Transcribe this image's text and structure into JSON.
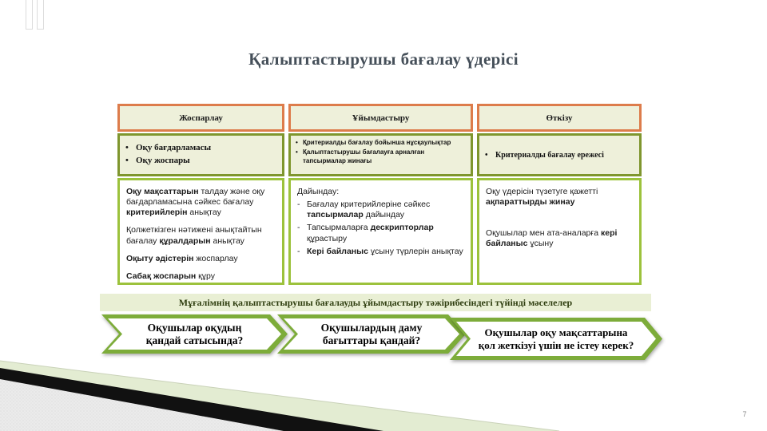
{
  "colors": {
    "accent_orange": "#DD7C4B",
    "olive_border": "#7F962E",
    "bright_green_border": "#9CC23C",
    "cell_bg": "#EEF0DA",
    "banner_bg": "#E9EFD4",
    "banner_text": "#2F3E10",
    "callout_green": "#7DAC3A",
    "title_color": "#454F59",
    "page_number_color": "#8A8A8A"
  },
  "slide": {
    "title": "Қалыптастырушы бағалау үдерісі",
    "page_number": "7"
  },
  "table": {
    "headers": [
      "Жоспарлау",
      "Ұйымдастыру",
      "Өткізу"
    ],
    "inputs": {
      "planning": [
        "Оқу бағдарламасы",
        "Оқу жоспары"
      ],
      "organizing": [
        "Қритериалды бағалау бойынша нұсқаулықтар",
        "Қалыптастырушы бағалауға арналған тапсырмалар жинағы"
      ],
      "conducting": [
        "Критериалды бағалау ережесі"
      ]
    },
    "activities": {
      "planning": [
        [
          {
            "t": "Оқу мақсаттарын",
            "b": true
          },
          {
            "t": " талдау және оқу бағдарламасына сәйкес бағалау "
          },
          {
            "t": "критерийлерін",
            "b": true
          },
          {
            "t": " анықтау"
          }
        ],
        [
          {
            "t": "Қолжеткізген нәтижені анықтайтын бағалау "
          },
          {
            "t": "құралдарын",
            "b": true
          },
          {
            "t": " анықтау"
          }
        ],
        [
          {
            "t": "Оқыту әдістерін",
            "b": true
          },
          {
            "t": " жоспарлау"
          }
        ],
        [
          {
            "t": "Сабақ жоспарын",
            "b": true
          },
          {
            "t": " құру"
          }
        ]
      ],
      "organizing_intro": "Дайындау:",
      "organizing": [
        [
          {
            "t": "Бағалау критерийлеріне сәйкес "
          },
          {
            "t": "тапсырмалар",
            "b": true
          },
          {
            "t": " дайындау"
          }
        ],
        [
          {
            "t": "Тапсырмаларға "
          },
          {
            "t": "дескрипторлар",
            "b": true
          },
          {
            "t": " құрастыру"
          }
        ],
        [
          {
            "t": "Кері байланыс",
            "b": true
          },
          {
            "t": " ұсыну түрлерін анықтау"
          }
        ]
      ],
      "conducting": [
        [
          {
            "t": "Оқу үдерісін түзетуге қажетті "
          },
          {
            "t": "ақпараттырды жинау",
            "b": true
          }
        ],
        [
          {
            "t": "Оқушылар мен ата-аналарға "
          },
          {
            "t": "кері байланыс",
            "b": true
          },
          {
            "t": " ұсыну"
          }
        ]
      ]
    }
  },
  "banner": {
    "text": "Мұғалімнің қалыптастырушы бағалауды ұйымдастыру тәжірибесіндегі түйінді мәселелер"
  },
  "callouts": [
    {
      "lines": [
        "Оқушылар оқудың",
        "қандай сатысында?"
      ]
    },
    {
      "lines": [
        "Оқушылардың даму",
        "бағыттары қандай?"
      ]
    },
    {
      "lines": [
        "Оқушылар оқу мақсаттарына",
        "қол жеткізуі үшін не істеу керек?"
      ]
    }
  ]
}
